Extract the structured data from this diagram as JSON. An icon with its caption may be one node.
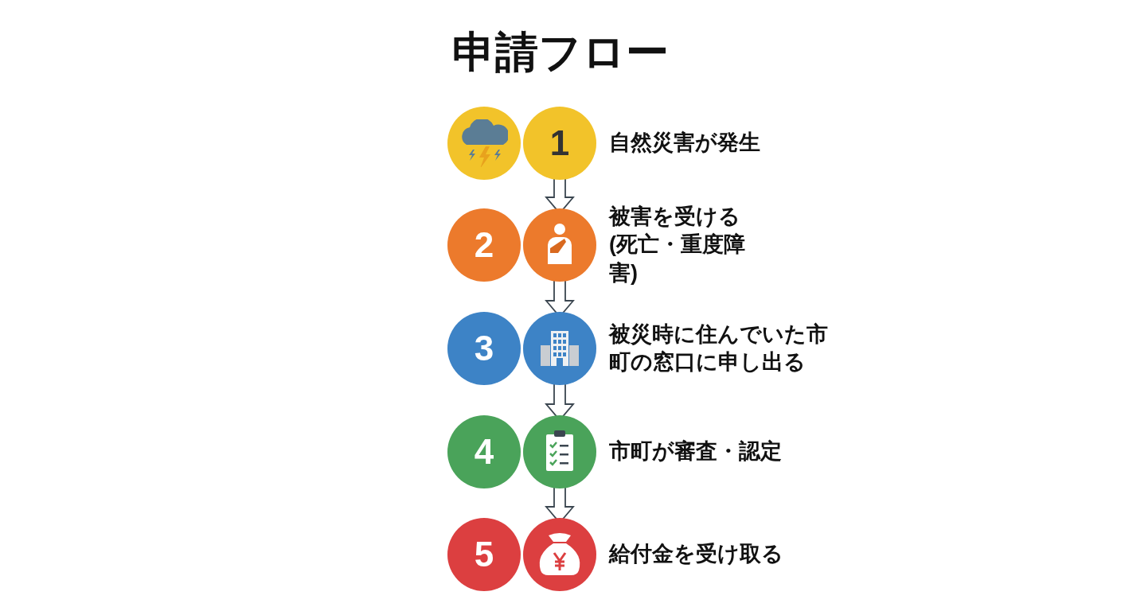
{
  "diagram": {
    "title": "申請フロー",
    "nodes": [
      {
        "text": [],
        "shape": "circle"
      },
      {
        "text": [
          "1"
        ],
        "beside": [
          "自然災害が発生"
        ]
      },
      {
        "text": [
          "2"
        ]
      },
      {
        "text": [],
        "shape": "circle",
        "beside": [
          "被害を受ける(死亡・重度障害)"
        ]
      },
      {
        "text": [
          "3"
        ]
      },
      {
        "text": [],
        "shape": "circle",
        "beside": [
          "被災時に住んでいた市町の窓口に申し出る"
        ]
      },
      {
        "text": [
          "4"
        ]
      },
      {
        "text": [],
        "shape": "circle",
        "beside": [
          "市町が審査・認定"
        ]
      },
      {
        "text": [
          "5"
        ]
      },
      {
        "text": [],
        "shape": "circle",
        "beside": [
          "給付金を受け取る"
        ]
      }
    ],
    "edges": [
      {
        "from": 1,
        "to": 3,
        "arrow": "to"
      },
      {
        "from": 3,
        "to": 5,
        "arrow": "to"
      },
      {
        "from": 5,
        "to": 7,
        "arrow": "to"
      },
      {
        "from": 7,
        "to": 9,
        "arrow": "to"
      }
    ]
  }
}
